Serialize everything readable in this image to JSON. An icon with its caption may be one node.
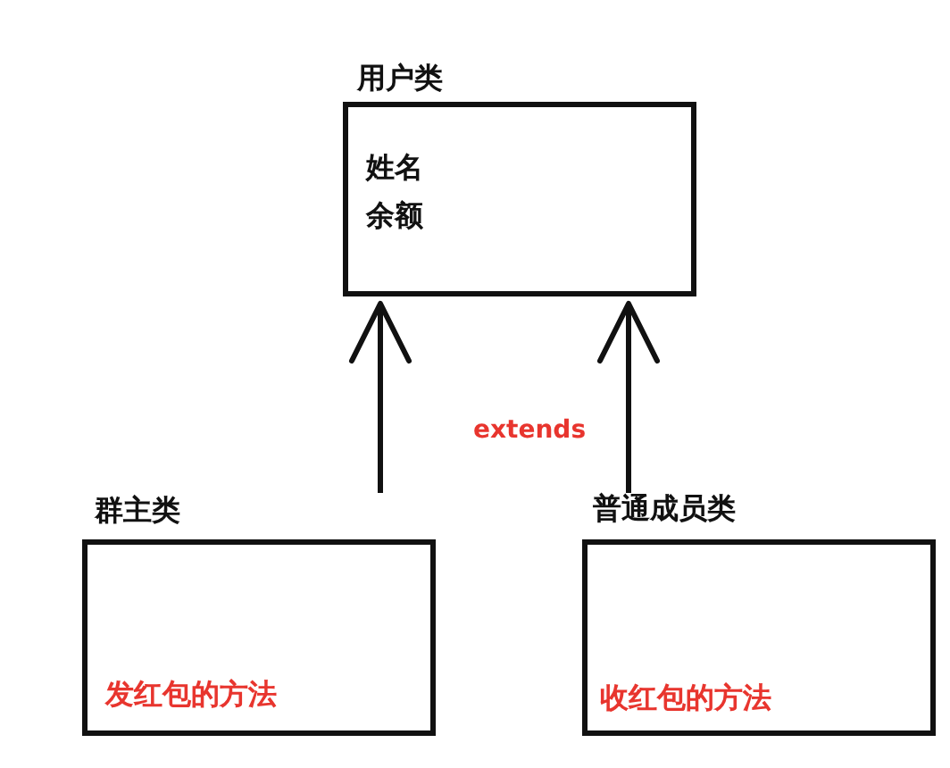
{
  "diagram": {
    "nodes": [
      {
        "text": [
          "用户类",
          "姓名",
          "余额"
        ]
      },
      {
        "text": [
          "群主类",
          "发红包的方法"
        ]
      },
      {
        "text": [
          "普通成员类",
          "收红包的方法"
        ]
      }
    ],
    "edges": [
      {
        "from": 1,
        "to": 0,
        "arrow": "to"
      },
      {
        "from": 2,
        "to": 0,
        "arrow": "to"
      }
    ],
    "labels": [
      "extends"
    ]
  }
}
